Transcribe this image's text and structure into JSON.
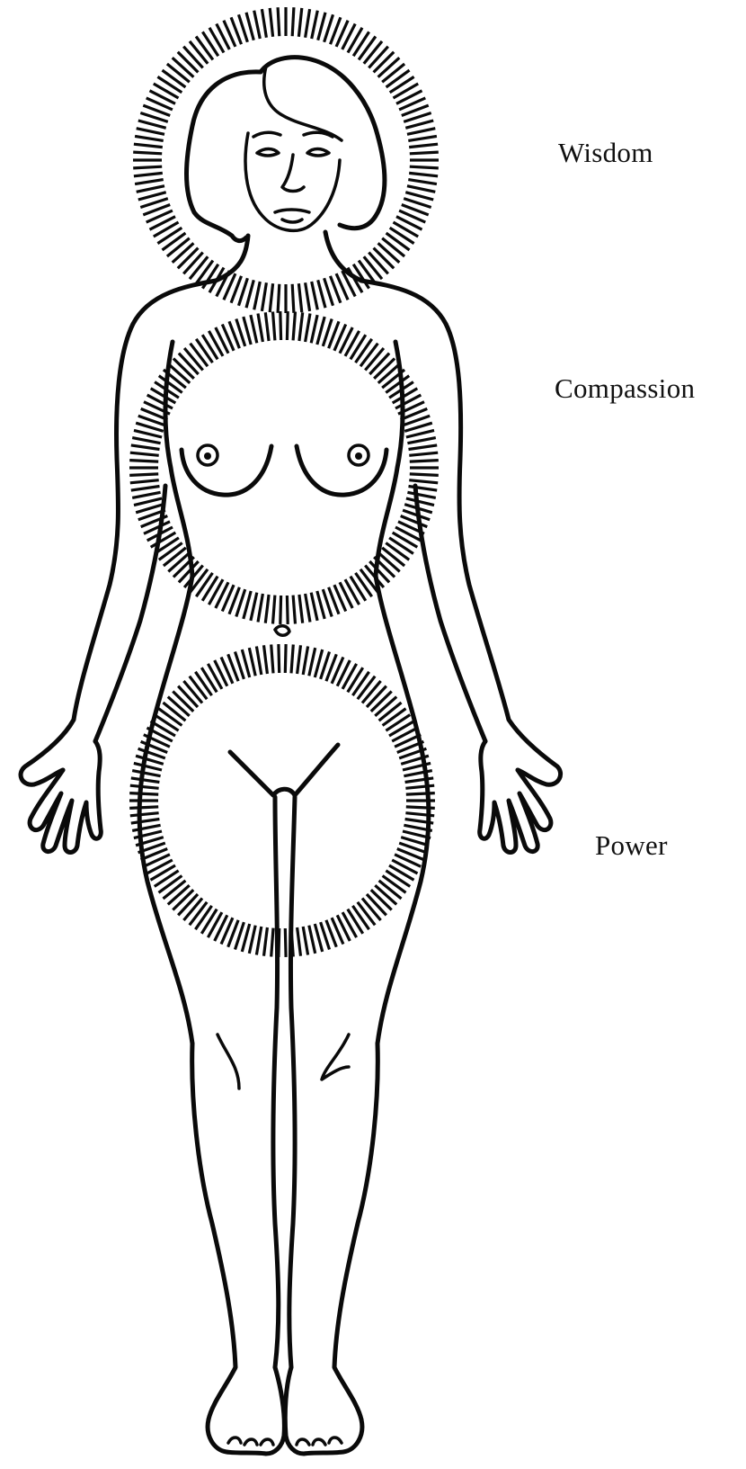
{
  "labels": {
    "wisdom": "Wisdom",
    "compassion": "Compassion",
    "power": "Power"
  },
  "colors": {
    "ink": "#0a0a0a",
    "background": "#ffffff"
  }
}
